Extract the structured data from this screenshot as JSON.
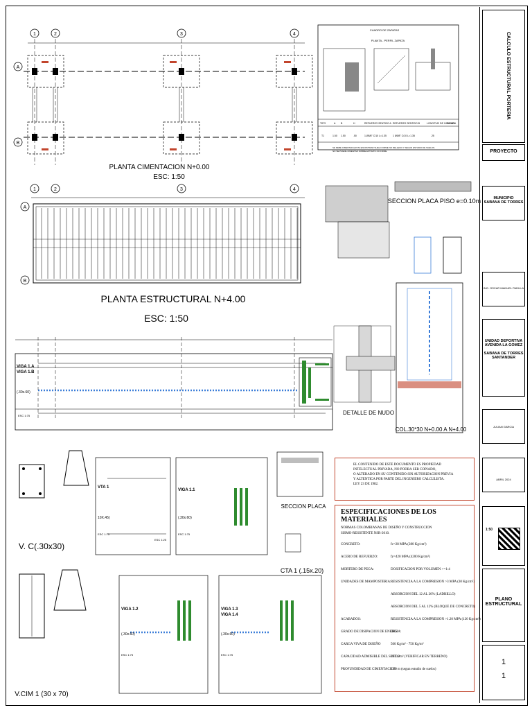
{
  "drawing": {
    "plan_foundation_title": "PLANTA CIMENTACION N+0.00",
    "plan_foundation_scale": "ESC: 1:50",
    "plan_structural_title": "PLANTA ESTRUCTURAL N+4.00",
    "plan_structural_scale": "ESC: 1:50",
    "section_slab_title": "SECCION PLACA PISO  e=0.10m",
    "node_detail_title": "DETALLE DE NUDO",
    "column_title": "COL.30*30 N+0.00 A N+4.00",
    "vc_title": "V. C(.30x30)",
    "vcim_title": "V.CIM 1 (30 x 70)",
    "section_placa_title": "SECCION PLACA",
    "cta_title": "CTA 1  (.15x.20)",
    "footing_table_title": "CUADRO DE ZAPATAS",
    "footing_sub": "PLANTA - PERFIL ZAPATA",
    "axis_numbers": [
      "1",
      "2",
      "3",
      "4"
    ],
    "axis_letters": [
      "A",
      "B"
    ],
    "beam_labels": [
      "VIGA 1.A",
      "VIGA 1.B",
      "VTA 1",
      "VIGA 1.1",
      "VIGA 1.2",
      "VIGA 1.3",
      "VIGA 1.4"
    ],
    "beam_size_labels": [
      "(.30x.60)",
      "10X.45)",
      "(.30x.60)",
      "(.30x.60)",
      "(.30x.60)"
    ],
    "esc_labels": [
      "ESC 1:75",
      "ESC 1:75",
      "ESC 1:25",
      "ESC 1:75",
      "ESC 1:75",
      "ESC 1:75"
    ],
    "footing_table_headers": [
      "TIPO",
      "A",
      "B",
      "H",
      "REFUERZO SENTIDO A",
      "REFUERZO SENTIDO B",
      "LONGITUD DE GANCHO",
      "FIGURA"
    ],
    "footing_table_row": [
      "T1",
      "1.50",
      "1.50",
      ".50",
      "1 Ø5/8\" C/10 L=1.35",
      "1 Ø5/8\" C/10 L=1.35",
      ".25",
      ""
    ],
    "footing_notes": [
      "SE DEBE CIMENTAR HASTA ENCONTRAR SUELO FIRME NO RELLENO Y SEGUN ESTUDIO DE SUELOS.",
      "NO SE PUEDE CIMENTAR SOBRE ESTRATO NO FIRME"
    ]
  },
  "notice": {
    "text_1": "EL CONTENIDO DE ESTE DOCUMENTO ES PROPIEDAD",
    "text_2": "INTELECTUAL PRIVADA, NO PODRA SER COPIADO,",
    "text_3": "O ALTERADO EN SU CONTENIDO SIN AUTORIZACION PREVIA",
    "text_4": "Y ALTENTICA POR PARTE DEL INGENIERO CALCULISTA.",
    "text_5": "LEY 23 DE 1982."
  },
  "specs": {
    "title": "ESPECIFICACIONES DE LOS MATERIALES",
    "norm_1": "NORMAS COLOMBIANAS DE DISEÑO Y CONSTRUCCION",
    "norm_2": "SISMO-RESISTENTE NSR-2010.",
    "rows": [
      {
        "label": "CONCRETO:",
        "value": "fc=28 MPA (280 Kg/cm²)"
      },
      {
        "label": "ACERO DE REFUERZO:",
        "value": "fy=420 MPA (4200 Kg/cm²)"
      },
      {
        "label": "MORTERO DE PEGA:",
        "value": "DOSIFICACION POR VOLUMEN >=1:4"
      },
      {
        "label": "UNIDADES DE MAMPOSTERIA:",
        "value": "RESISTENCIA A LA COMPRESION >3 MPA (30 Kg/cm²)"
      },
      {
        "label": "",
        "value": "ABSORCION DEL 12 AL 20% (LADRILLO)"
      },
      {
        "label": "",
        "value": "ABSORCION DEL 5 AL 12% (BLOQUE DE CONCRETO)"
      },
      {
        "label": "ACABADOS:",
        "value": "RESISTENCIA A LA COMPRESION >1.20 MPA (120 Kg/cm²)"
      },
      {
        "label": "GRADO DE DISIPACION DE ENERGIA:",
        "value": "DES"
      },
      {
        "label": "CARGA VIVA DE DISEÑO",
        "value": "500 Kg/m² - 750 Kg/m²"
      },
      {
        "label": "CAPACIDAD ADMISIBLE DEL SUELO",
        "value": "20 Tn/m² (VERIFICAR EN TERRENO)"
      },
      {
        "label": "PROFUNDIDAD DE CIMENTACION",
        "value": "1.50 m (segun estudio de suelos)"
      }
    ]
  },
  "titleblock": {
    "calc_title": "CALCULO ESTRUCTURAL PORTERIA",
    "project_label": "PROYECTO",
    "municipio": "MUNICIPIO",
    "municipio_name": "SABANA DE TORRES",
    "engineer": "ING. OSCAR MANUEL PADILLA",
    "unit_1": "UNIDAD DEPORTIVA",
    "unit_2": "AVENIDA LA GOMEZ",
    "place_1": "SABANA DE TORRES",
    "place_2": "SANTANDER",
    "drawer": "JULIAN GARCIA",
    "date": "ABRIL 2024",
    "scale": "1:50",
    "plan_label_1": "PLANO",
    "plan_label_2": "ESTRUCTURAL",
    "sheet_no": "1",
    "sheet_total": "1"
  },
  "colors": {
    "line": "#000000",
    "accent_red": "#c2452d",
    "rebar_green": "#2e8b2e",
    "rebar_blue": "#3b7dd8",
    "hatch": "#7a7a7a"
  }
}
